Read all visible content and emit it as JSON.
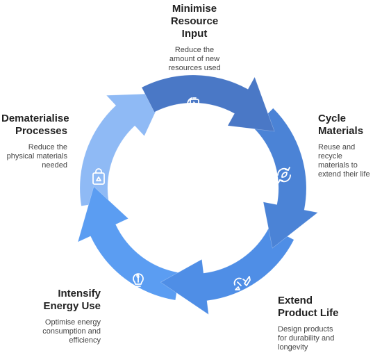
{
  "steps": [
    {
      "title": "Minimise Resource Input",
      "title_lines": [
        "Minimise",
        "Resource",
        "Input"
      ],
      "desc_lines": [
        "Reduce the",
        "amount of new",
        "resources used"
      ],
      "icon": "battery-refresh-icon",
      "color": "#4a78c6"
    },
    {
      "title": "Cycle Materials",
      "title_lines": [
        "Cycle",
        "Materials"
      ],
      "desc_lines": [
        "Reuse and recycle",
        "materials to",
        "extend their life"
      ],
      "icon": "recycle-leaf-icon",
      "color": "#4b83d6"
    },
    {
      "title": "Extend Product Life",
      "title_lines": [
        "Extend",
        "Product Life"
      ],
      "desc_lines": [
        "Design products",
        "for durability and",
        "longevity"
      ],
      "icon": "satellite-rocket-icon",
      "color": "#4f8ee6"
    },
    {
      "title": "Intensify Energy Use",
      "title_lines": [
        "Intensify",
        "Energy Use"
      ],
      "desc_lines": [
        "Optimise energy",
        "consumption and",
        "efficiency"
      ],
      "icon": "lightbulb-leaf-icon",
      "color": "#5b9df2"
    },
    {
      "title": "Dematerialise Processes",
      "title_lines": [
        "Dematerialise",
        "Processes"
      ],
      "desc_lines": [
        "Reduce the",
        "physical materials",
        "needed"
      ],
      "icon": "recycle-bag-icon",
      "color": "#8fbaf5"
    }
  ]
}
